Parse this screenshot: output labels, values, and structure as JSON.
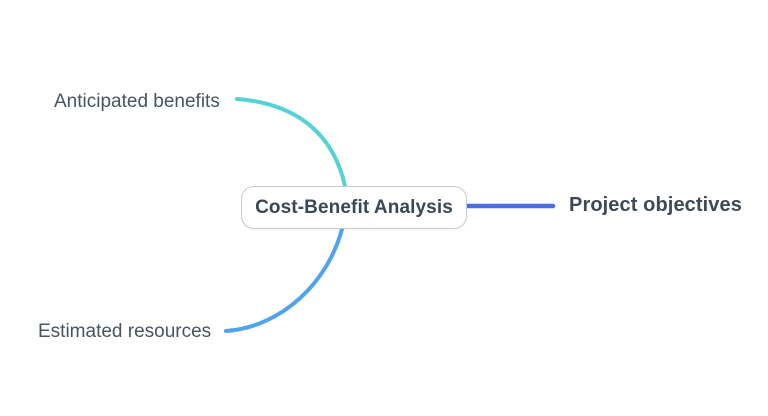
{
  "app": {
    "type": "mindmap",
    "background_color": "#FFFFFF"
  },
  "root_node": {
    "label": "Cost-Benefit Analysis",
    "text_color": "#3A4754",
    "fill_color": "#FFFFFF",
    "border_color": "#C6CCD2"
  },
  "branches": [
    {
      "label": "Anticipated benefits",
      "color": "#54D2D6",
      "position": "upper-left",
      "bold": false
    },
    {
      "label": "Project objectives",
      "color": "#4B6DE3",
      "position": "right",
      "bold": true
    },
    {
      "label": "Estimated resources",
      "color": "#4FA3F1",
      "position": "lower-left",
      "bold": false
    }
  ]
}
